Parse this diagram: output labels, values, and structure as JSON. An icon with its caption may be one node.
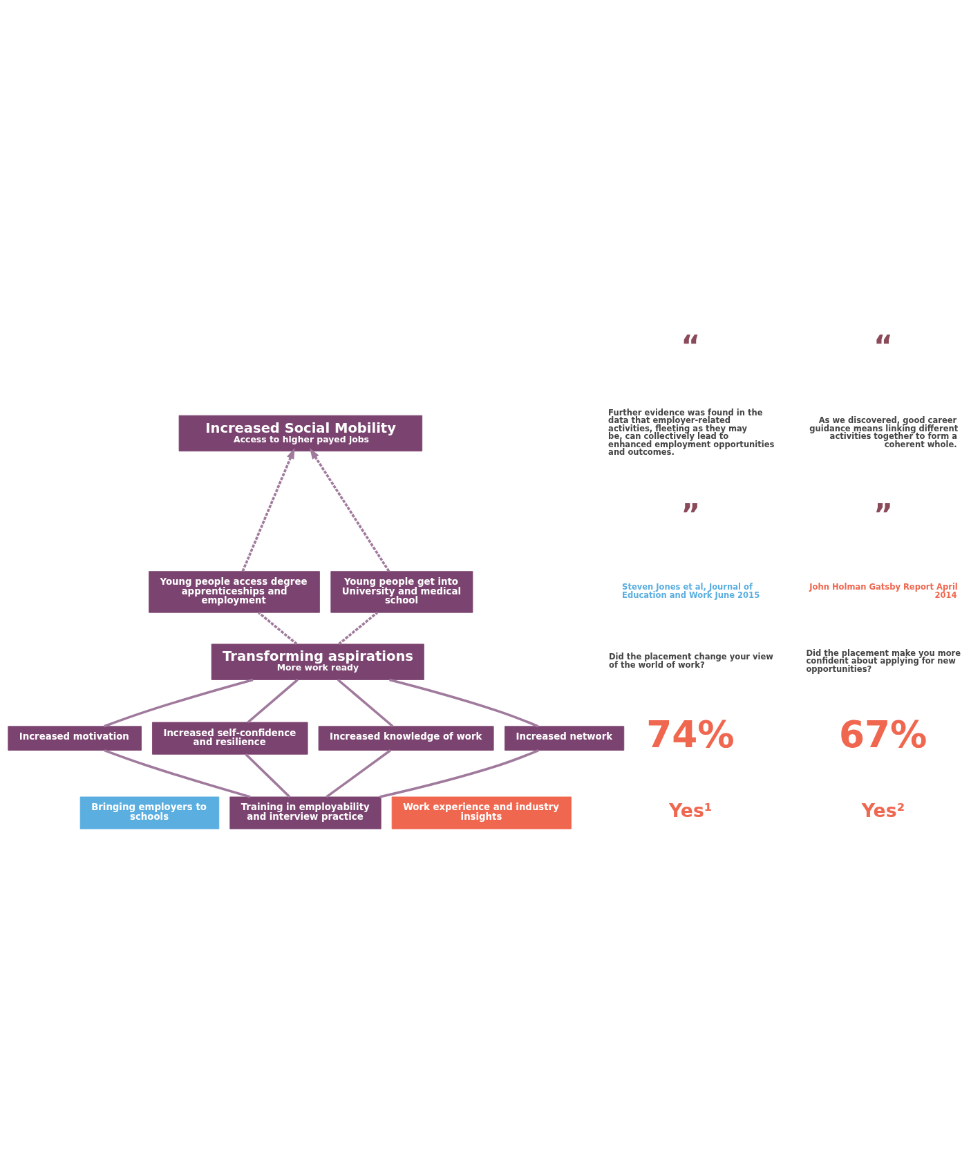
{
  "diagram": {
    "nodes": [
      {
        "text": [
          "Increased Social Mobility",
          "Access to higher payed jobs"
        ]
      },
      {
        "text": [
          "Young people access degree apprenticeships and employment"
        ]
      },
      {
        "text": [
          "Young people get into University and medical school"
        ]
      },
      {
        "text": [
          "Transforming aspirations",
          "More work ready"
        ]
      },
      {
        "text": [
          "Increased motivation"
        ]
      },
      {
        "text": [
          "Increased self-confidence and resilience"
        ]
      },
      {
        "text": [
          "Increased knowledge of work"
        ]
      },
      {
        "text": [
          "Increased network"
        ]
      },
      {
        "text": [
          "Bringing employers to schools"
        ]
      },
      {
        "text": [
          "Training in employability and interview practice"
        ]
      },
      {
        "text": [
          "Work experience and industry insights"
        ]
      }
    ],
    "edges": [
      {
        "from": 1,
        "to": 0,
        "arrow": "to",
        "style": "dashed"
      },
      {
        "from": 2,
        "to": 0,
        "arrow": "to",
        "style": "dashed"
      },
      {
        "from": 3,
        "to": 1,
        "arrow": "none",
        "style": "dashed"
      },
      {
        "from": 3,
        "to": 2,
        "arrow": "none",
        "style": "dashed"
      },
      {
        "from": 4,
        "to": 3,
        "arrow": "none"
      },
      {
        "from": 5,
        "to": 3,
        "arrow": "none"
      },
      {
        "from": 6,
        "to": 3,
        "arrow": "none"
      },
      {
        "from": 7,
        "to": 3,
        "arrow": "none"
      },
      {
        "from": 9,
        "to": 4,
        "arrow": "none"
      },
      {
        "from": 9,
        "to": 5,
        "arrow": "none"
      },
      {
        "from": 9,
        "to": 6,
        "arrow": "none"
      },
      {
        "from": 9,
        "to": 7,
        "arrow": "none"
      }
    ],
    "labels": [
      "“",
      "Further evidence was found in the data that employer-related activities, fleeting as they may be, can collectively lead to enhanced employment opportunities and outcomes.",
      "”",
      "Steven Jones et al, Journal of Education and Work June 2015",
      "“",
      "As we discovered, good career guidance means linking different activities together to form a coherent whole.",
      "”",
      "John Holman Gatsby Report April 2014",
      "Did the placement change your view of the world of work?",
      "74%",
      "Yes¹",
      "Did the placement make you more confident about applying for new opportunities?",
      "67%",
      "Yes²"
    ]
  }
}
